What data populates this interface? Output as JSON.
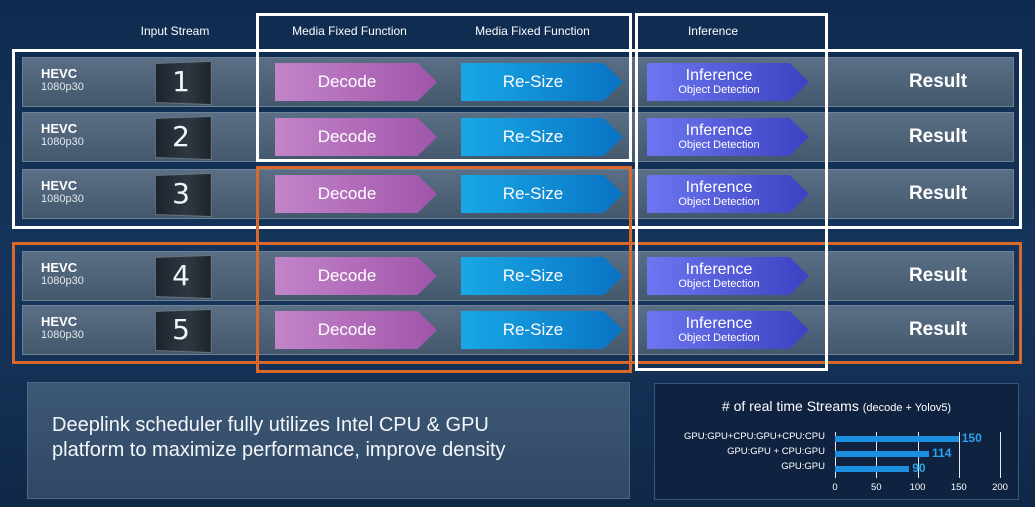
{
  "headers": {
    "input_stream": "Input Stream",
    "media_fixed_1": "Media Fixed Function",
    "media_fixed_2": "Media Fixed Function",
    "inference": "Inference"
  },
  "rows": [
    {
      "codec": "HEVC",
      "res": "1080p30",
      "num": "1",
      "decode": "Decode",
      "resize": "Re-Size",
      "infer": "Inference",
      "infer_sub": "Object Detection",
      "result": "Result"
    },
    {
      "codec": "HEVC",
      "res": "1080p30",
      "num": "2",
      "decode": "Decode",
      "resize": "Re-Size",
      "infer": "Inference",
      "infer_sub": "Object Detection",
      "result": "Result"
    },
    {
      "codec": "HEVC",
      "res": "1080p30",
      "num": "3",
      "decode": "Decode",
      "resize": "Re-Size",
      "infer": "Inference",
      "infer_sub": "Object Detection",
      "result": "Result"
    },
    {
      "codec": "HEVC",
      "res": "1080p30",
      "num": "4",
      "decode": "Decode",
      "resize": "Re-Size",
      "infer": "Inference",
      "infer_sub": "Object Detection",
      "result": "Result"
    },
    {
      "codec": "HEVC",
      "res": "1080p30",
      "num": "5",
      "decode": "Decode",
      "resize": "Re-Size",
      "infer": "Inference",
      "infer_sub": "Object Detection",
      "result": "Result"
    }
  ],
  "message": {
    "line1": "Deeplink scheduler fully utilizes Intel CPU & GPU",
    "line2": "platform to maximize performance, improve density"
  },
  "chart_data": {
    "type": "bar",
    "orientation": "horizontal",
    "title": "# of real time Streams",
    "title_suffix": "(decode + Yolov5)",
    "categories": [
      "GPU:GPU+CPU:GPU+CPU:CPU",
      "GPU:GPU + CPU:GPU",
      "GPU:GPU"
    ],
    "values": [
      150,
      114,
      90
    ],
    "value_labels": [
      "150",
      "114",
      "90"
    ],
    "xlim": [
      0,
      200
    ],
    "xticks": [
      "0",
      "50",
      "100",
      "150",
      "200"
    ],
    "grid": true,
    "bar_color": "#1d8fe0"
  },
  "colors": {
    "white_frame": "#ffffff",
    "orange_frame": "#d9692a",
    "decode": "#b06ab8",
    "resize": "#0f8bd6",
    "inference": "#5158d8"
  }
}
